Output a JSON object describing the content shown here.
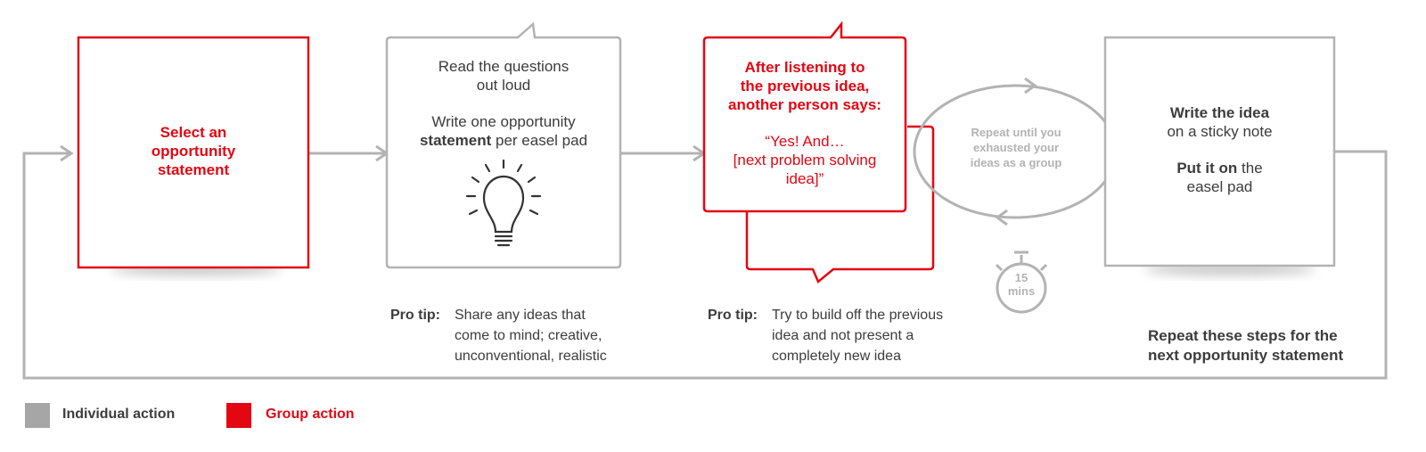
{
  "steps": {
    "step1": {
      "line1": "Select an",
      "line2": "opportunity",
      "line3": "statement"
    },
    "step2": {
      "line1": "Read the questions",
      "line2": "out loud",
      "bold1": "Write one opportunity",
      "bold2": "statement",
      "rest2": " per easel pad",
      "icon": "lightbulb-icon"
    },
    "step3": {
      "h1": "After listening to",
      "h2": "the previous idea,",
      "h3": "another person says:",
      "q1": "“Yes! And…",
      "q2": "[next problem solving",
      "q3": "idea]”"
    },
    "loop": {
      "line1": "Repeat until you",
      "line2": "exhausted your",
      "line3": "ideas as a group"
    },
    "timer": {
      "value": "15",
      "unit": "mins",
      "icon": "stopwatch-icon"
    },
    "step4": {
      "bold1": "Write the idea",
      "line2": "on a sticky note",
      "bold3": "Put it on",
      "rest3": " the",
      "line4": "easel pad"
    }
  },
  "pro_tips": [
    {
      "label": "Pro tip:",
      "text": "Share any ideas that\ncome to mind; creative,\nunconventional, realistic"
    },
    {
      "label": "Pro tip:",
      "text": "Try to build off the previous\nidea and not present a\ncompletely new idea"
    }
  ],
  "repeat_note": {
    "line1": "Repeat these steps for the",
    "line2": "next opportunity statement"
  },
  "legend": [
    {
      "label": "Individual action",
      "color": "#a6a6a6"
    },
    {
      "label": "Group action",
      "color": "#e30613"
    }
  ],
  "colors": {
    "group": "#e30613",
    "individual": "#a6a6a6",
    "text": "#3c3c3c"
  }
}
